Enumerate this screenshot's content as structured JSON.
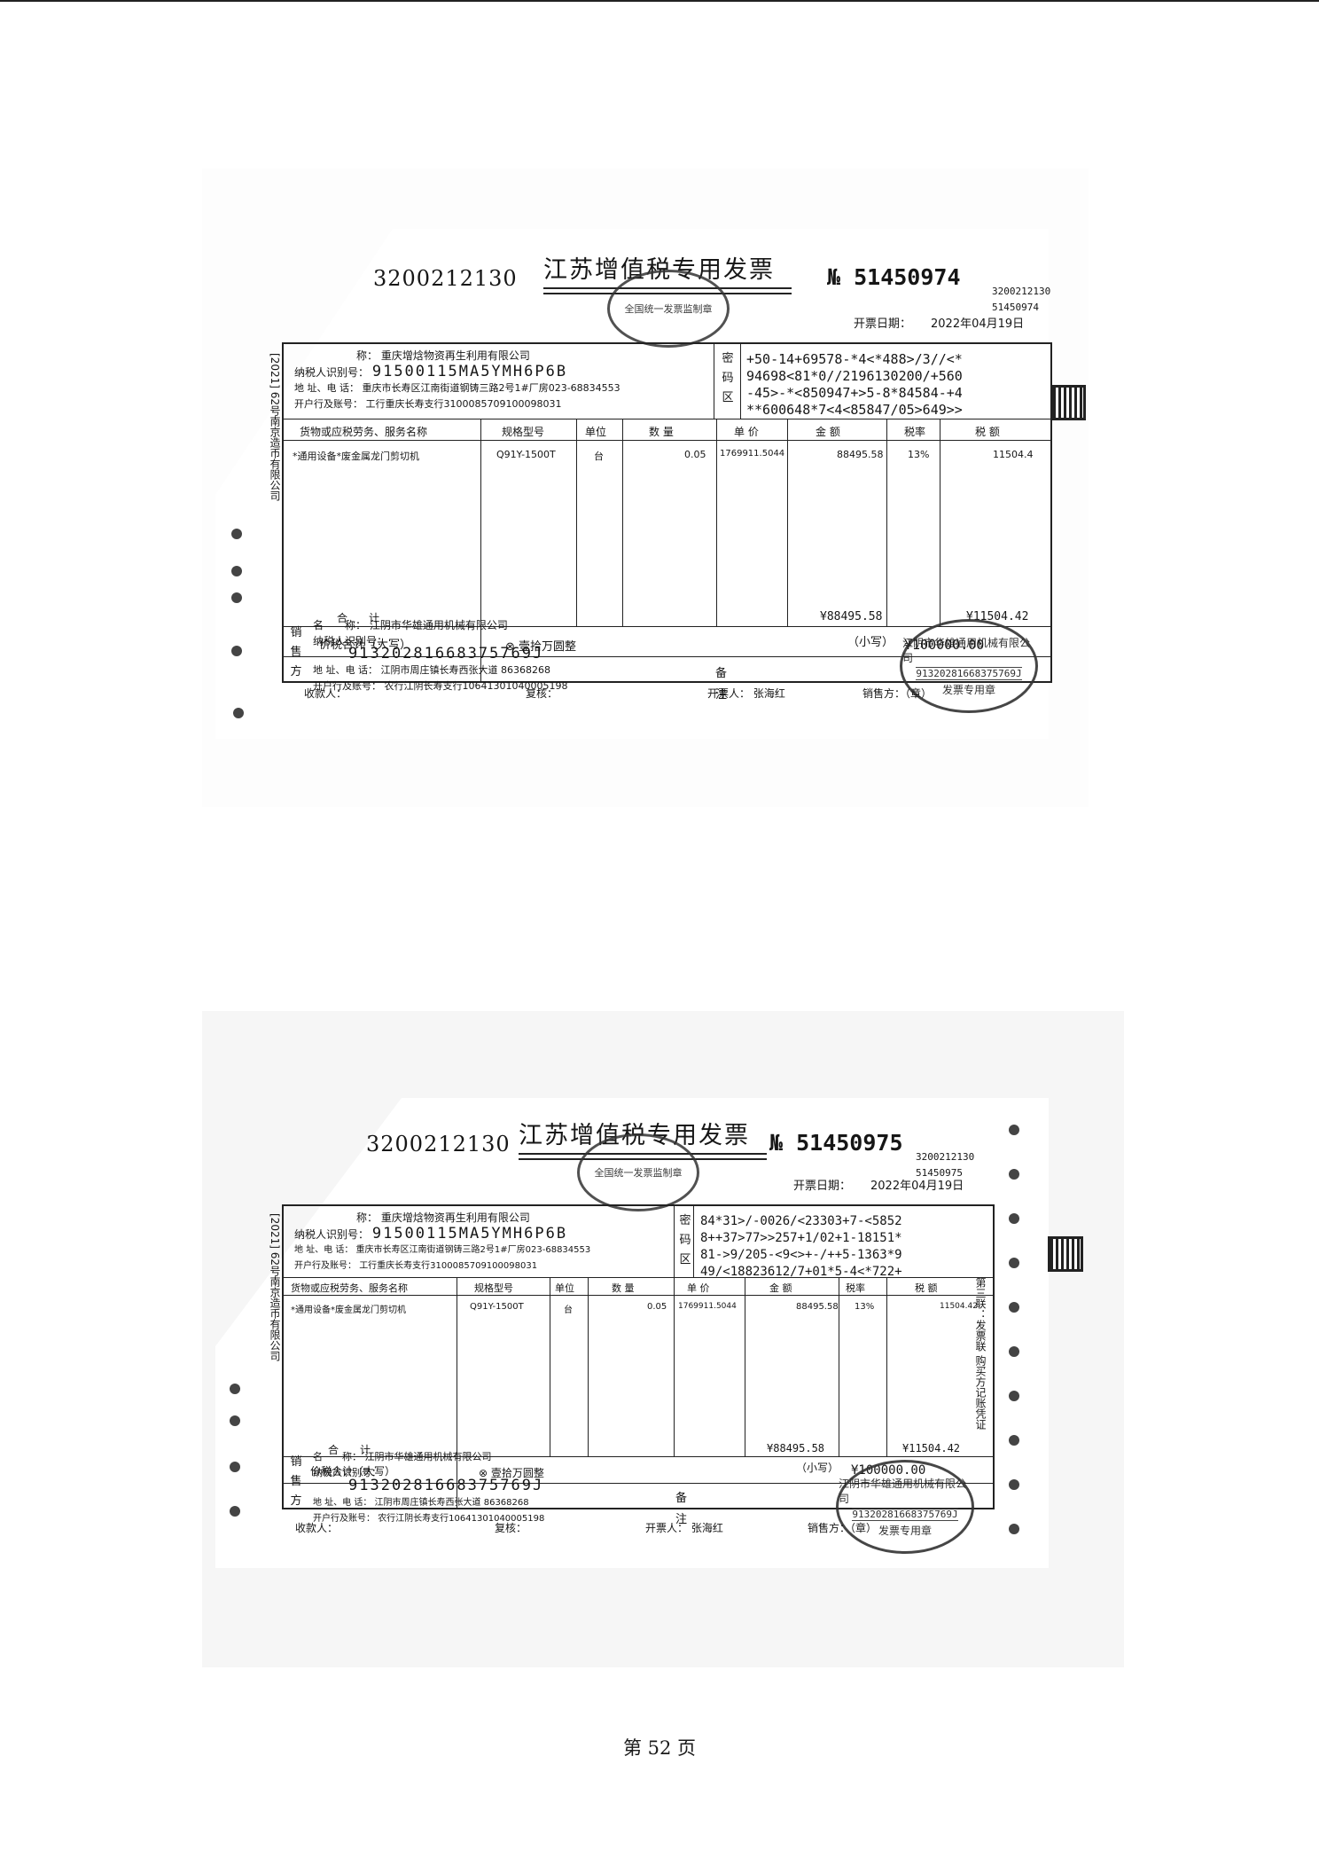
{
  "page": {
    "number_text": "第 52 页"
  },
  "invoices": [
    {
      "code_left": "3200212130",
      "title": "江苏增值税专用发票",
      "seal_top": "全国统一发票监制章",
      "no": "№ 51450974",
      "code_right": "3200212130",
      "no_right": "51450974",
      "date_label": "开票日期：",
      "date_value": "2022年04月19日",
      "buyer": {
        "name_label": "称：",
        "name": "重庆增焓物资再生利用有限公司",
        "tax_label": "纳税人识别号：",
        "tax_id": "91500115MA5YMH6P6B",
        "addr_label": "地 址、电 话：",
        "addr": "重庆市长寿区江南街道钢铸三路2号1#厂房023-68834553",
        "bank_label": "开户行及账号：",
        "bank": "工行重庆长寿支行3100085709100098031"
      },
      "mima_label": "密码区",
      "cipher": "+50-14+69578-*4<*488>/3//<*\n94698<81*0//2196130200/+560\n-45>-*<850947+>5-8*84584-+4\n**600648*7<4<85847/05>649>>",
      "headers": {
        "goods": "货物或应税劳务、服务名称",
        "spec": "规格型号",
        "unit": "单位",
        "qty": "数 量",
        "price": "单 价",
        "amount": "金 额",
        "rate": "税率",
        "tax": "税 额"
      },
      "item": {
        "goods": "*通用设备*废金属龙门剪切机",
        "spec": "Q91Y-1500T",
        "unit": "台",
        "qty": "0.05",
        "price": "1769911.5044",
        "amount": "88495.58",
        "rate": "13%",
        "tax": "11504.4"
      },
      "total_label": "合　　计",
      "total_amount": "¥88495.58",
      "total_tax": "¥11504.42",
      "grand_label": "价税合计（大写）",
      "grand_words": "⊗ 壹拾万圆整",
      "small_label": "（小写）",
      "small_value": "¥100000.00",
      "side_strip": "[2021] 62号南京造币有限公司",
      "seller_side": "销售方",
      "seller": {
        "name_label": "名　　称：",
        "name": "江阴市华雄通用机械有限公司",
        "tax_label": "纳税人识别号：",
        "tax_id": "91320281668375769J",
        "addr_label": "地 址、电 话：",
        "addr": "江阴市周庄镇长寿西张大道 86368268",
        "bank_label": "开户行及账号：",
        "bank": "农行江阴长寿支行10641301040005198"
      },
      "beizhu": "备注",
      "seal_seller_name": "江阴市华雄通用机械有限公司",
      "seal_seller_num": "91320281668375769J",
      "seal_seller_type": "发票专用章",
      "foot_payee": "收款人：",
      "foot_review": "复核：",
      "foot_drawer_label": "开票人：",
      "foot_drawer": "张海红",
      "foot_seller": "销售方：（章）"
    },
    {
      "code_left": "3200212130",
      "title": "江苏增值税专用发票",
      "seal_top": "全国统一发票监制章",
      "no": "№ 51450975",
      "code_right": "3200212130",
      "no_right": "51450975",
      "date_label": "开票日期：",
      "date_value": "2022年04月19日",
      "buyer": {
        "name_label": "称：",
        "name": "重庆增焓物资再生利用有限公司",
        "tax_label": "纳税人识别号：",
        "tax_id": "91500115MA5YMH6P6B",
        "addr_label": "地 址、电 话：",
        "addr": "重庆市长寿区江南街道钢铸三路2号1#厂房023-68834553",
        "bank_label": "开户行及账号：",
        "bank": "工行重庆长寿支行3100085709100098031"
      },
      "mima_label": "密码区",
      "cipher": "84*31>/-0026/<23303+7-<5852\n8++37>77>>257+1/02+1-18151*\n81->9/205-<9<>+-/++5-1363*9\n49/<18823612/7+01*5-4<*722+",
      "headers": {
        "goods": "货物或应税劳务、服务名称",
        "spec": "规格型号",
        "unit": "单位",
        "qty": "数 量",
        "price": "单 价",
        "amount": "金 额",
        "rate": "税率",
        "tax": "税 额"
      },
      "item": {
        "goods": "*通用设备*废金属龙门剪切机",
        "spec": "Q91Y-1500T",
        "unit": "台",
        "qty": "0.05",
        "price": "1769911.5044",
        "amount": "88495.58",
        "rate": "13%",
        "tax": "11504.42"
      },
      "total_label": "合　　计",
      "total_amount": "¥88495.58",
      "total_tax": "¥11504.42",
      "grand_label": "价税合计（大写）",
      "grand_words": "⊗ 壹拾万圆整",
      "small_label": "（小写）",
      "small_value": "¥100000.00",
      "side_strip": "[2021] 62号南京造币有限公司",
      "seller_side": "销售方",
      "seller": {
        "name_label": "名　　称：",
        "name": "江阴市华雄通用机械有限公司",
        "tax_label": "纳税人识别号：",
        "tax_id": "91320281668375769J",
        "addr_label": "地 址、电 话：",
        "addr": "江阴市周庄镇长寿西张大道 86368268",
        "bank_label": "开户行及账号：",
        "bank": "农行江阴长寿支行10641301040005198"
      },
      "beizhu": "备注",
      "seal_seller_name": "江阴市华雄通用机械有限公司",
      "seal_seller_num": "91320281668375769J",
      "seal_seller_type": "发票专用章",
      "foot_payee": "收款人：",
      "foot_review": "复核：",
      "foot_drawer_label": "开票人：",
      "foot_drawer": "张海红",
      "foot_seller": "销售方：（章）",
      "side_note": "第三联：发票联 购买方记账凭证"
    }
  ]
}
